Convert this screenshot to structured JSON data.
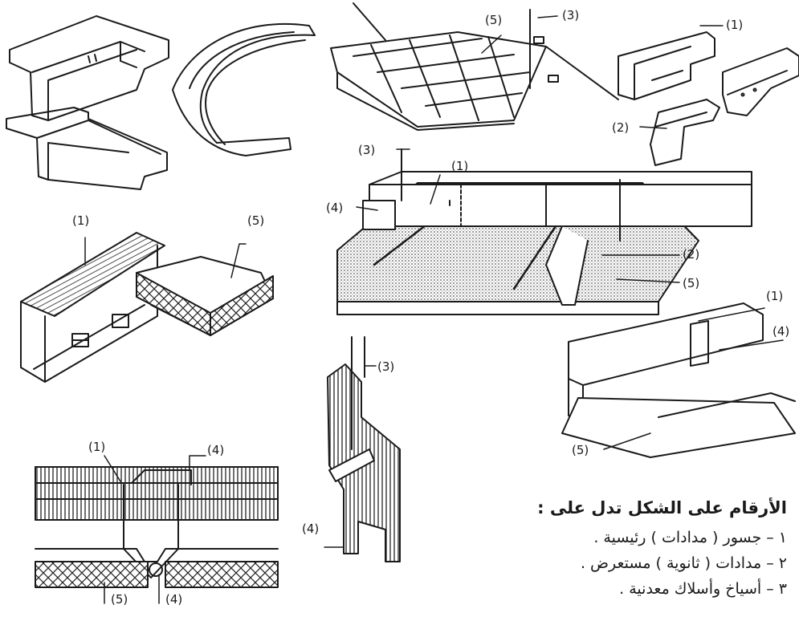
{
  "labels": {
    "one": "(1)",
    "two": "(2)",
    "three": "(3)",
    "four": "(4)",
    "five": "(5)"
  },
  "legend": {
    "title": "الأرقام على الشكل تدل على :",
    "items": [
      "١ – جسور ( مدادات ) رئيسية .",
      "٢ – مدادات ( ثانوية ) مستعرض .",
      "٣ – أسياخ وأسلاك معدنية ."
    ]
  },
  "colors": {
    "ink": "#1a1a1a",
    "paper": "#ffffff",
    "texture": "#6a6a6a"
  }
}
